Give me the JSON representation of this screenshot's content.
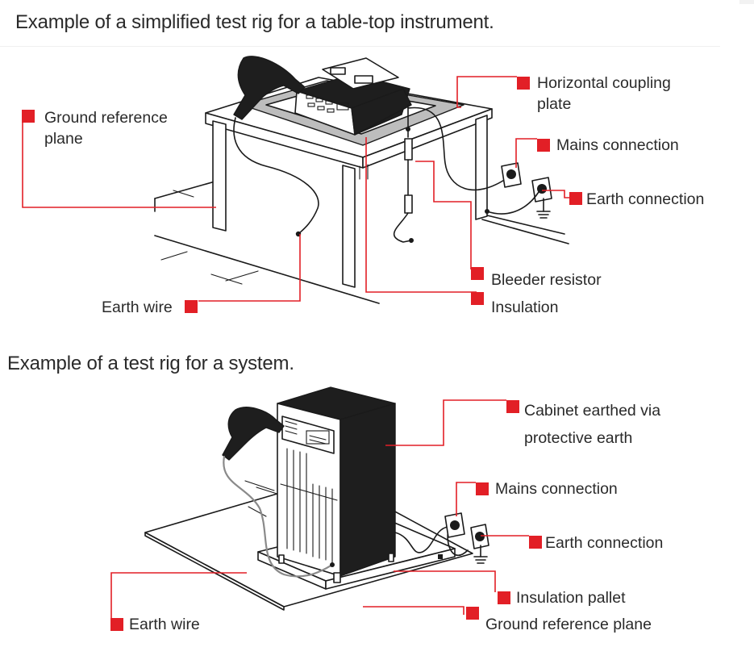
{
  "diagram1": {
    "title": "Example of a simplified test rig for a table-top instrument.",
    "labels": {
      "ground_reference_plane_line1": "Ground reference",
      "ground_reference_plane_line2": "plane",
      "horizontal_coupling_plate_line1": "Horizontal coupling",
      "horizontal_coupling_plate_line2": "plate",
      "mains_connection": "Mains connection",
      "earth_connection": "Earth connection",
      "bleeder_resistor": "Bleeder resistor",
      "insulation": "Insulation",
      "earth_wire": "Earth wire"
    }
  },
  "diagram2": {
    "title": "Example of a test rig for a system.",
    "labels": {
      "cabinet_line1": "Cabinet earthed via",
      "cabinet_line2": "protective earth",
      "mains_connection": "Mains connection",
      "earth_connection": "Earth connection",
      "insulation_pallet": "Insulation pallet",
      "ground_reference_plane": "Ground reference plane",
      "earth_wire": "Earth wire"
    }
  },
  "colors": {
    "accent": "#e21f26",
    "ink": "#1a1a1a",
    "text": "#2a2a2a"
  }
}
